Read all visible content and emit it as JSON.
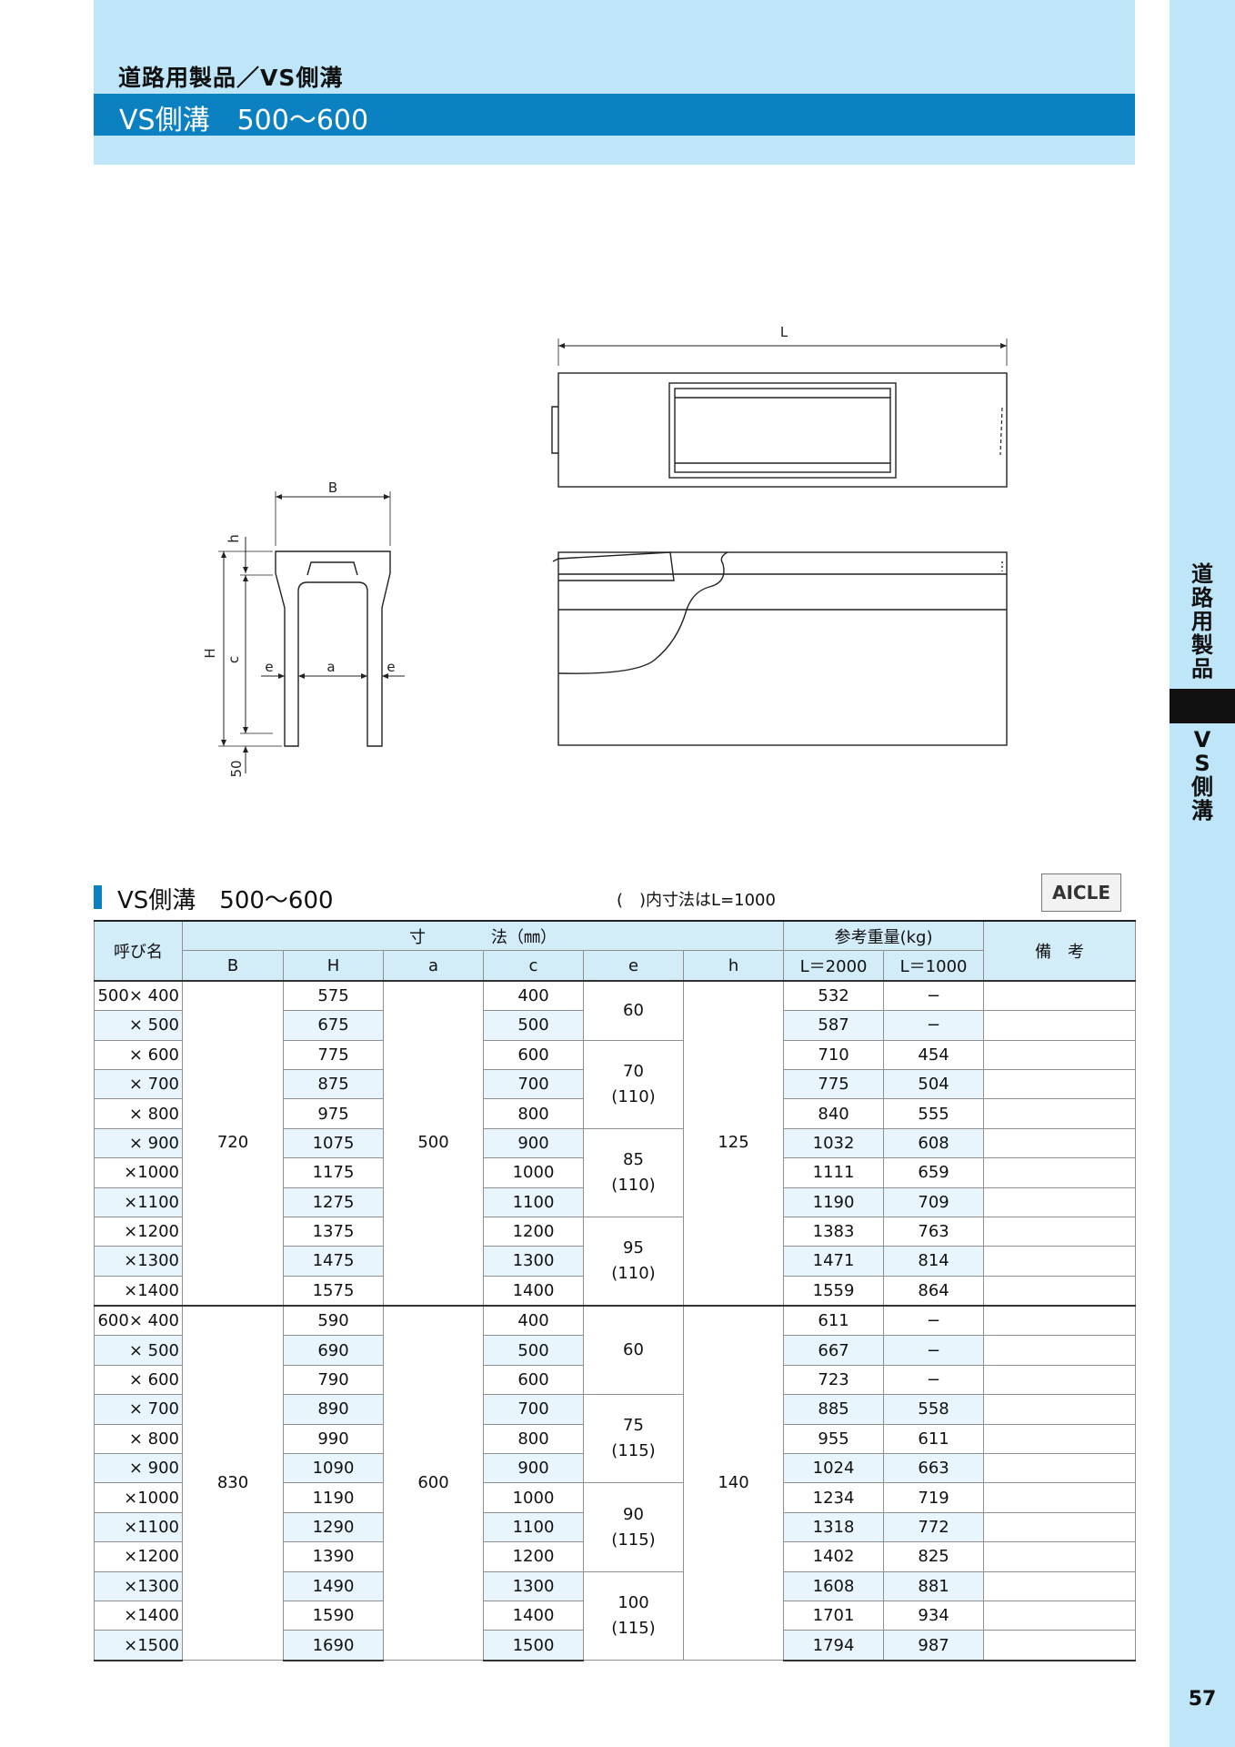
{
  "header": {
    "category": "道路用製品／VS側溝",
    "title": "VS側溝　500〜600"
  },
  "sidebar": {
    "category": "道路用製品",
    "product": "VS側溝"
  },
  "page_number": "57",
  "drawing": {
    "labels": {
      "B": "B",
      "L": "L",
      "H": "H",
      "c": "c",
      "h": "h",
      "e_left": "e",
      "a": "a",
      "e_right": "e",
      "bottom": "50"
    }
  },
  "table": {
    "title": "VS側溝　500〜600",
    "note": "(　)内寸法はL=1000",
    "logo": "AICLE",
    "headers": {
      "name": "呼び名",
      "dims": "寸　　　　法（㎜）",
      "weight": "参考重量(kg)",
      "remarks": "備　考",
      "B": "B",
      "H": "H",
      "a": "a",
      "c": "c",
      "e": "e",
      "h": "h",
      "l2000": "L＝2000",
      "l1000": "L＝1000"
    },
    "groups": [
      {
        "B": "720",
        "a": "500",
        "h": "125",
        "e_merged": [
          {
            "main": "60",
            "sub": ""
          },
          {
            "main": "70",
            "sub": "(110)"
          },
          {
            "main": "85",
            "sub": "(110)"
          },
          {
            "main": "95",
            "sub": "(110)"
          }
        ],
        "rows": [
          {
            "name": "500× 400",
            "H": "575",
            "c": "400",
            "w2000": "532",
            "w1000": "−"
          },
          {
            "name": "× 500",
            "H": "675",
            "c": "500",
            "w2000": "587",
            "w1000": "−"
          },
          {
            "name": "× 600",
            "H": "775",
            "c": "600",
            "w2000": "710",
            "w1000": "454"
          },
          {
            "name": "× 700",
            "H": "875",
            "c": "700",
            "w2000": "775",
            "w1000": "504"
          },
          {
            "name": "× 800",
            "H": "975",
            "c": "800",
            "w2000": "840",
            "w1000": "555"
          },
          {
            "name": "× 900",
            "H": "1075",
            "c": "900",
            "w2000": "1032",
            "w1000": "608"
          },
          {
            "name": "×1000",
            "H": "1175",
            "c": "1000",
            "w2000": "1111",
            "w1000": "659"
          },
          {
            "name": "×1100",
            "H": "1275",
            "c": "1100",
            "w2000": "1190",
            "w1000": "709"
          },
          {
            "name": "×1200",
            "H": "1375",
            "c": "1200",
            "w2000": "1383",
            "w1000": "763"
          },
          {
            "name": "×1300",
            "H": "1475",
            "c": "1300",
            "w2000": "1471",
            "w1000": "814"
          },
          {
            "name": "×1400",
            "H": "1575",
            "c": "1400",
            "w2000": "1559",
            "w1000": "864"
          }
        ]
      },
      {
        "B": "830",
        "a": "600",
        "h": "140",
        "e_merged": [
          {
            "main": "60",
            "sub": ""
          },
          {
            "main": "75",
            "sub": "(115)"
          },
          {
            "main": "90",
            "sub": "(115)"
          },
          {
            "main": "100",
            "sub": "(115)"
          }
        ],
        "rows": [
          {
            "name": "600× 400",
            "H": "590",
            "c": "400",
            "w2000": "611",
            "w1000": "−"
          },
          {
            "name": "× 500",
            "H": "690",
            "c": "500",
            "w2000": "667",
            "w1000": "−"
          },
          {
            "name": "× 600",
            "H": "790",
            "c": "600",
            "w2000": "723",
            "w1000": "−"
          },
          {
            "name": "× 700",
            "H": "890",
            "c": "700",
            "w2000": "885",
            "w1000": "558"
          },
          {
            "name": "× 800",
            "H": "990",
            "c": "800",
            "w2000": "955",
            "w1000": "611"
          },
          {
            "name": "× 900",
            "H": "1090",
            "c": "900",
            "w2000": "1024",
            "w1000": "663"
          },
          {
            "name": "×1000",
            "H": "1190",
            "c": "1000",
            "w2000": "1234",
            "w1000": "719"
          },
          {
            "name": "×1100",
            "H": "1290",
            "c": "1100",
            "w2000": "1318",
            "w1000": "772"
          },
          {
            "name": "×1200",
            "H": "1390",
            "c": "1200",
            "w2000": "1402",
            "w1000": "825"
          },
          {
            "name": "×1300",
            "H": "1490",
            "c": "1300",
            "w2000": "1608",
            "w1000": "881"
          },
          {
            "name": "×1400",
            "H": "1590",
            "c": "1400",
            "w2000": "1701",
            "w1000": "934"
          },
          {
            "name": "×1500",
            "H": "1690",
            "c": "1500",
            "w2000": "1794",
            "w1000": "987"
          }
        ]
      }
    ]
  }
}
